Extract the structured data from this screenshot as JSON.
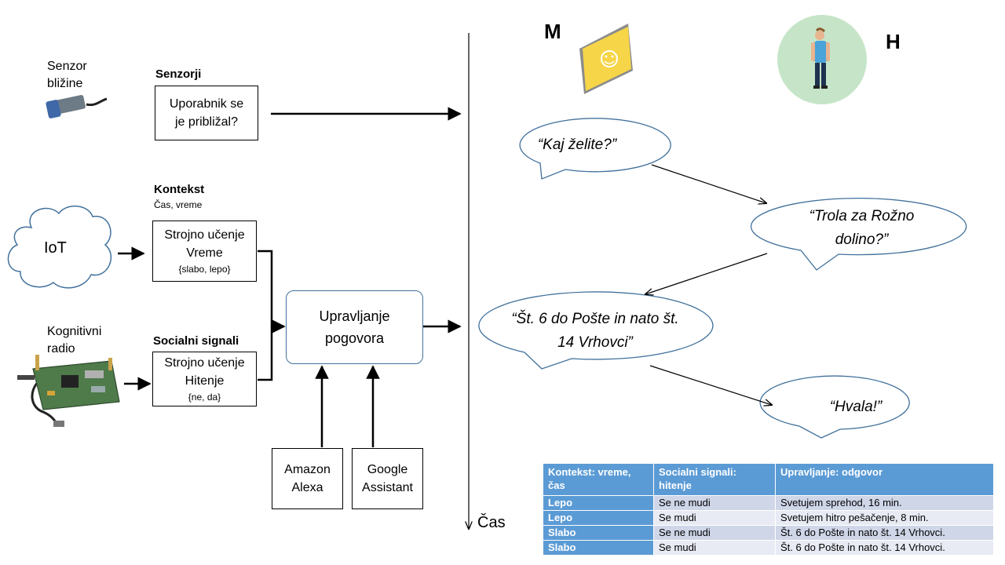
{
  "sources": {
    "sensor_label": "Senzor bližine",
    "iot_label": "IoT",
    "radio_label": "Kognitivni radio"
  },
  "groups": {
    "sensors_title": "Senzorji",
    "context_title": "Kontekst",
    "context_subtitle": "Čas, vreme",
    "social_title": "Socialni signali"
  },
  "boxes": {
    "user_near": "Uporabnik se je približal?",
    "ml_weather_title": "Strojno učenje",
    "ml_weather_label": "Vreme",
    "ml_weather_values": "{slabo, lepo}",
    "ml_hurry_title": "Strojno učenje",
    "ml_hurry_label": "Hitenje",
    "ml_hurry_values": "{ne, da}",
    "dialog_manager": "Upravljanje pogovora",
    "alexa": "Amazon Alexa",
    "google": "Google Assistant"
  },
  "timeline": {
    "axis_label": "Čas",
    "machine_label": "M",
    "human_label": "H"
  },
  "dialog": [
    "“Kaj želite?”",
    "“Trola za Rožno dolino?”",
    "“Št. 6 do Pošte in nato št. 14 Vrhovci”",
    "“Hvala!”"
  ],
  "table": {
    "headers": [
      "Kontekst: vreme, čas",
      "Socialni signali: hitenje",
      "Upravljanje: odgovor"
    ],
    "rows": [
      [
        "Lepo",
        "Se ne mudi",
        "Svetujem sprehod, 16 min."
      ],
      [
        "Lepo",
        "Se mudi",
        "Svetujem hitro pešačenje, 8 min."
      ],
      [
        "Slabo",
        "Se ne mudi",
        "Št. 6 do Pošte in nato št. 14 Vrhovci."
      ],
      [
        "Slabo",
        "Se mudi",
        "Št. 6 do Pošte in nato št. 14 Vrhovci."
      ]
    ]
  },
  "colors": {
    "bubble_border": "#41719c",
    "table_header": "#5b9bd5",
    "screen_face": "#f7d548",
    "human_circle": "#c6e5c8"
  },
  "icons": [
    "proximity-sensor-icon",
    "cloud-icon",
    "radio-board-icon",
    "screen-smiley-icon",
    "person-icon"
  ]
}
